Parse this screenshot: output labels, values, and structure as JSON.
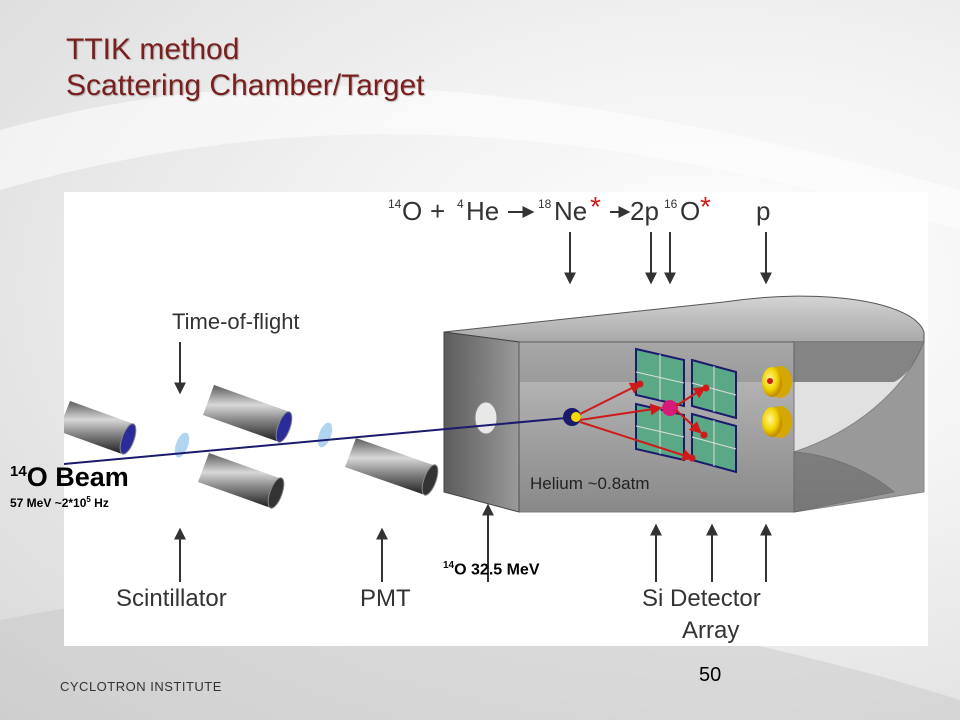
{
  "slide": {
    "title_line1": "TTIK method",
    "title_line2": "Scattering Chamber/Target",
    "footer": "CYCLOTRON INSTITUTE",
    "page_number": "50"
  },
  "figure": {
    "reaction": {
      "z1": "14",
      "s1": "O",
      "plus": "+",
      "z2": "4",
      "s2": "He",
      "z3": "18",
      "s3": "Ne",
      "star": "*",
      "s4": "2p",
      "z4": "16",
      "s5": "O",
      "s6": "p"
    },
    "time_of_flight": "Time-of-flight",
    "scintillator": "Scintillator",
    "pmt": "PMT",
    "si_detector_line1": "Si Detector",
    "si_detector_line2": "Array",
    "helium": "Helium ~0.8atm"
  },
  "beam": {
    "mass_number": "14",
    "name": "O Beam",
    "energy": "57 MeV ~2*10",
    "rate_exponent": "5",
    "rate_unit": " Hz"
  },
  "energy_label": {
    "mass_number": "14",
    "text": "O 32.5 MeV"
  },
  "colors": {
    "title": "#7a1e1e",
    "beam_line": "#1a1a6e",
    "red_track": "#d01a1a",
    "detector_green": "#4e9e7a",
    "chamber_gray": "#8a8a8a"
  }
}
